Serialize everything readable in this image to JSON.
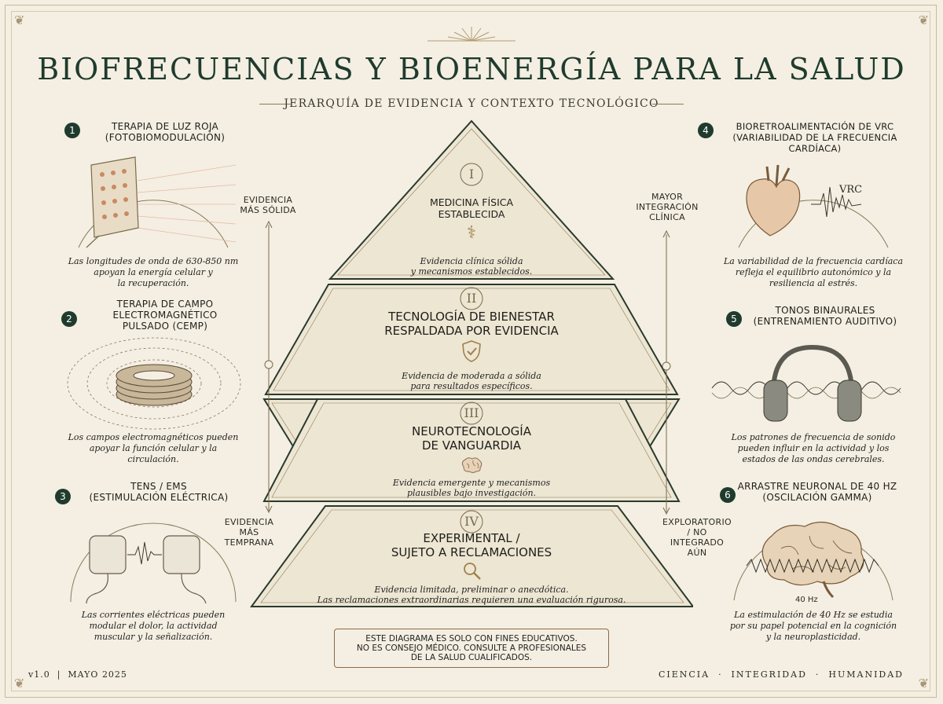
{
  "title": "BIOFRECUENCIAS Y BIOENERGÍA PARA LA SALUD",
  "subtitle": "JERARQUÍA DE EVIDENCIA Y CONTEXTO TECNOLÓGICO",
  "left_axis": {
    "top": "EVIDENCIA MÁS SÓLIDA",
    "bottom": "EVIDENCIA MÁS TEMPRANA"
  },
  "right_axis": {
    "top": "MAYOR INTEGRACIÓN CLÍNICA",
    "bottom": "EXPLORATORIO / NO INTEGRADO AÚN"
  },
  "pyramid": [
    {
      "numeral": "I",
      "label_1": "MEDICINA FÍSICA",
      "label_2": "ESTABLECIDA",
      "icon": "caduceus-icon",
      "desc_1": "Evidencia clínica sólida",
      "desc_2": "y mecanismos establecidos."
    },
    {
      "numeral": "II",
      "label_1": "TECNOLOGÍA DE BIENESTAR",
      "label_2": "RESPALDADA POR EVIDENCIA",
      "icon": "shield-check-icon",
      "desc_1": "Evidencia de moderada a sólida",
      "desc_2": "para resultados específicos."
    },
    {
      "numeral": "III",
      "label_1": "NEUROTECNOLOGÍA",
      "label_2": "DE VANGUARDIA",
      "icon": "brain-icon",
      "desc_1": "Evidencia emergente y mecanismos",
      "desc_2": "plausibles bajo investigación."
    },
    {
      "numeral": "IV",
      "label_1": "EXPERIMENTAL /",
      "label_2": "SUJETO A RECLAMACIONES",
      "icon": "magnifier-icon",
      "desc_1": "Evidencia limitada, preliminar o anecdótica.",
      "desc_2": "Las reclamaciones extraordinarias requieren una evaluación rigurosa."
    }
  ],
  "left_items": [
    {
      "num": "1",
      "title_1": "TERAPIA DE LUZ ROJA",
      "title_2": "(FOTOBIOMODULACIÓN)",
      "title_3": "",
      "icon": "red-light-panel-icon",
      "desc_1": "Las longitudes de onda de 630-850 nm",
      "desc_2": "apoyan la energía celular y",
      "desc_3": "la recuperación."
    },
    {
      "num": "2",
      "title_1": "TERAPIA DE CAMPO",
      "title_2": "ELECTROMAGNÉTICO",
      "title_3": "PULSADO (CEMP)",
      "icon": "coil-field-icon",
      "desc_1": "Los campos electromagnéticos pueden",
      "desc_2": "apoyar la función celular y la",
      "desc_3": "circulación."
    },
    {
      "num": "3",
      "title_1": "TENS / EMS",
      "title_2": "(ESTIMULACIÓN ELÉCTRICA)",
      "title_3": "",
      "icon": "electrode-pads-icon",
      "desc_1": "Las corrientes eléctricas pueden",
      "desc_2": "modular el dolor, la actividad",
      "desc_3": "muscular y la señalización."
    }
  ],
  "right_items": [
    {
      "num": "4",
      "title_1": "BIORETROALIMENTACIÓN DE VRC",
      "title_2": "(VARIABILIDAD DE LA FRECUENCIA CARDÍACA)",
      "title_3": "",
      "icon": "heart-icon",
      "icon_text": "VRC",
      "desc_1": "La variabilidad de la frecuencia cardíaca",
      "desc_2": "refleja el equilibrio autonómico y la",
      "desc_3": "resiliencia al estrés."
    },
    {
      "num": "5",
      "title_1": "TONOS BINAURALES",
      "title_2": "(ENTRENAMIENTO AUDITIVO)",
      "title_3": "",
      "icon": "headphones-icon",
      "icon_text": "",
      "desc_1": "Los patrones de frecuencia de sonido",
      "desc_2": "pueden influir en la actividad y los",
      "desc_3": "estados de las ondas cerebrales."
    },
    {
      "num": "6",
      "title_1": "ARRASTRE NEURONAL DE 40 HZ",
      "title_2": "(OSCILACIÓN GAMMA)",
      "title_3": "",
      "icon": "brain-wave-icon",
      "icon_text": "40 Hz",
      "desc_1": "La estimulación de 40 Hz se estudia",
      "desc_2": "por su papel potencial en la cognición",
      "desc_3": "y la neuroplasticidad."
    }
  ],
  "disclaimer": {
    "line_1": "ESTE DIAGRAMA ES SOLO CON FINES EDUCATIVOS.",
    "line_2": "NO ES CONSEJO MÉDICO. CONSULTE A PROFESIONALES",
    "line_3": "DE LA SALUD CUALIFICADOS."
  },
  "footer": {
    "left": "v1.0  |  MAYO 2025",
    "right": "CIENCIA  ·  INTEGRIDAD  ·  HUMANIDAD"
  },
  "colors": {
    "background": "#f4efe2",
    "accent_green": "#1f3b2e",
    "border": "#c9b79a",
    "tier_fill": "#ede6d3"
  }
}
